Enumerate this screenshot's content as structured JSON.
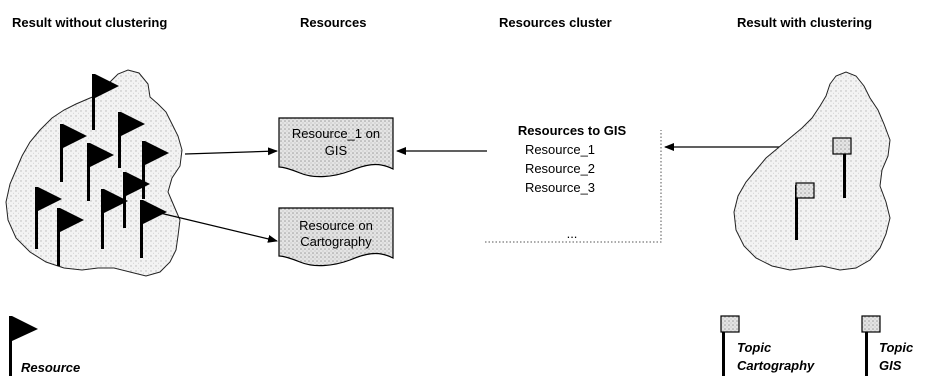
{
  "headers": {
    "left": "Result without clustering",
    "resources": "Resources",
    "cluster": "Resources cluster",
    "right": "Result with clustering"
  },
  "documents": {
    "gis_line1": "Resource_1 on",
    "gis_line2": "GIS",
    "carto_line1": "Resource on",
    "carto_line2": "Cartography"
  },
  "cluster": {
    "title": "Resources to GIS",
    "items": [
      "Resource_1",
      "Resource_2",
      "Resource_3",
      "..."
    ]
  },
  "legend": {
    "resource": "Resource",
    "topic_cartography_line1": "Topic",
    "topic_cartography_line2": "Cartography",
    "topic_gis_line1": "Topic",
    "topic_gis_line2": "GIS"
  },
  "colors": {
    "flag": "#000000",
    "topic_flag": "#bfbfbf",
    "map_fill": "#f1f1f1",
    "doc_fill": "#e2e2e2"
  }
}
